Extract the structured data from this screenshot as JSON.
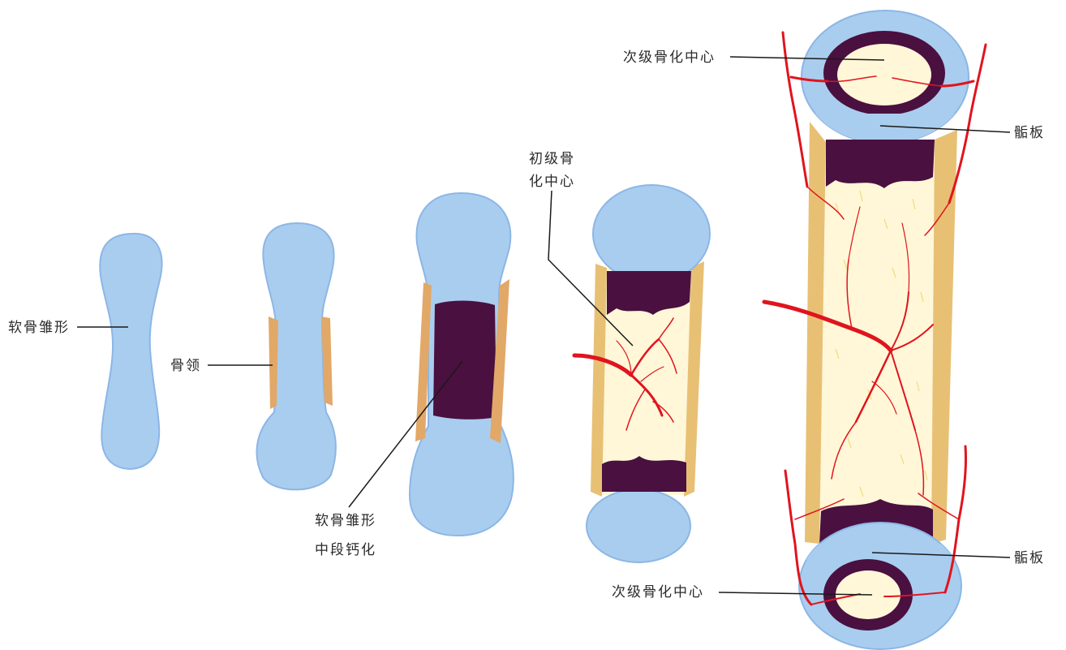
{
  "labels": {
    "cartilage_model": "软骨雏形",
    "bone_collar": "骨领",
    "mid_calcification_line1": "软骨雏形",
    "mid_calcification_line2": "中段钙化",
    "primary_center_line1": "初级骨",
    "primary_center_line2": "化中心",
    "secondary_center_top": "次级骨化中心",
    "secondary_center_bottom": "次级骨化中心",
    "epiphyseal_plate_top": "骺板",
    "epiphyseal_plate_bottom": "骺板"
  },
  "colors": {
    "cartilage": "#a9cdee",
    "cartilage_edge": "#7fa9dd",
    "bone_collar": "#e2a868",
    "calcified": "#4a1040",
    "marrow": "#fff7d8",
    "vessel": "#e0141e",
    "compact_bone": "#e8c074"
  }
}
